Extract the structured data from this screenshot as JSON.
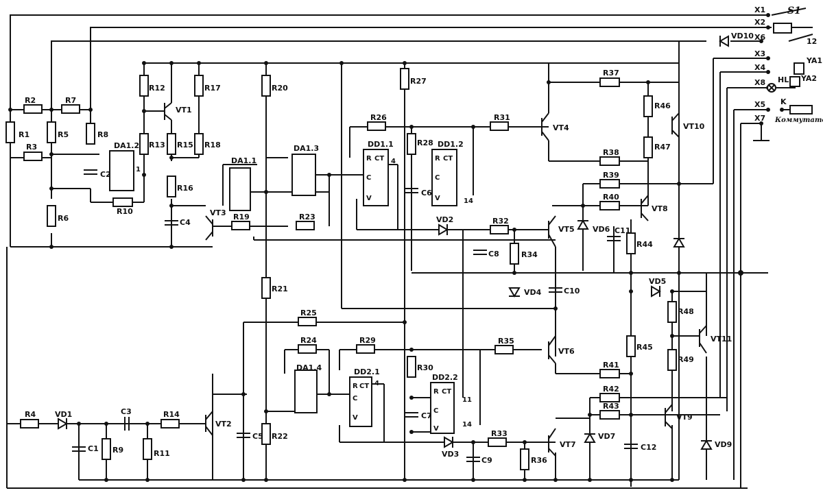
{
  "labels": {
    "R1": "R1",
    "R2": "R2",
    "R3": "R3",
    "R4": "R4",
    "R5": "R5",
    "R6": "R6",
    "R7": "R7",
    "R8": "R8",
    "R9": "R9",
    "R10": "R10",
    "R11": "R11",
    "R12": "R12",
    "R13": "R13",
    "R14": "R14",
    "R15": "R15",
    "R16": "R16",
    "R17": "R17",
    "R18": "R18",
    "R19": "R19",
    "R20": "R20",
    "R21": "R21",
    "R22": "R22",
    "R23": "R23",
    "R24": "R24",
    "R25": "R25",
    "R26": "R26",
    "R27": "R27",
    "R28": "R28",
    "R29": "R29",
    "R30": "R30",
    "R31": "R31",
    "R32": "R32",
    "R33": "R33",
    "R34": "R34",
    "R35": "R35",
    "R36": "R36",
    "R37": "R37",
    "R38": "R38",
    "R39": "R39",
    "R40": "R40",
    "R41": "R41",
    "R42": "R42",
    "R43": "R43",
    "R44": "R44",
    "R45": "R45",
    "R46": "R46",
    "R47": "R47",
    "R48": "R48",
    "R49": "R49",
    "C1": "C1",
    "C2": "C2",
    "C3": "C3",
    "C4": "C4",
    "C5": "C5",
    "C6": "C6",
    "C7": "C7",
    "C8": "C8",
    "C9": "C9",
    "C10": "C10",
    "C11": "C11",
    "C12": "C12",
    "VT1": "VT1",
    "VT2": "VT2",
    "VT3": "VT3",
    "VT4": "VT4",
    "VT5": "VT5",
    "VT6": "VT6",
    "VT7": "VT7",
    "VT8": "VT8",
    "VT9": "VT9",
    "VT10": "VT10",
    "VT11": "VT11",
    "VD1": "VD1",
    "VD2": "VD2",
    "VD3": "VD3",
    "VD4": "VD4",
    "VD5": "VD5",
    "VD6": "VD6",
    "VD7": "VD7",
    "VD9": "VD9",
    "VD10": "VD10",
    "DA11": "DA1.1",
    "DA12": "DA1.2",
    "DA13": "DA1.3",
    "DA14": "DA1.4",
    "DD11": "DD1.1",
    "DD12": "DD1.2",
    "DD21": "DD2.1",
    "DD22": "DD2.2",
    "X1": "X1",
    "X2": "X2",
    "X3": "X3",
    "X4": "X4",
    "X5": "X5",
    "X6": "X6",
    "X7": "X7",
    "X8": "X8",
    "S1": "S1",
    "YA1": "YA1",
    "YA2": "YA2",
    "HL": "HL",
    "K": "K",
    "kommutator": "Коммутатор",
    "v12": "12",
    "pin_R": "R",
    "pin_CT": "CT",
    "pin_C": "C",
    "pin_V": "V",
    "pin_4": "4",
    "pin_14": "14",
    "pin_11": "11",
    "pin_1": "1"
  }
}
